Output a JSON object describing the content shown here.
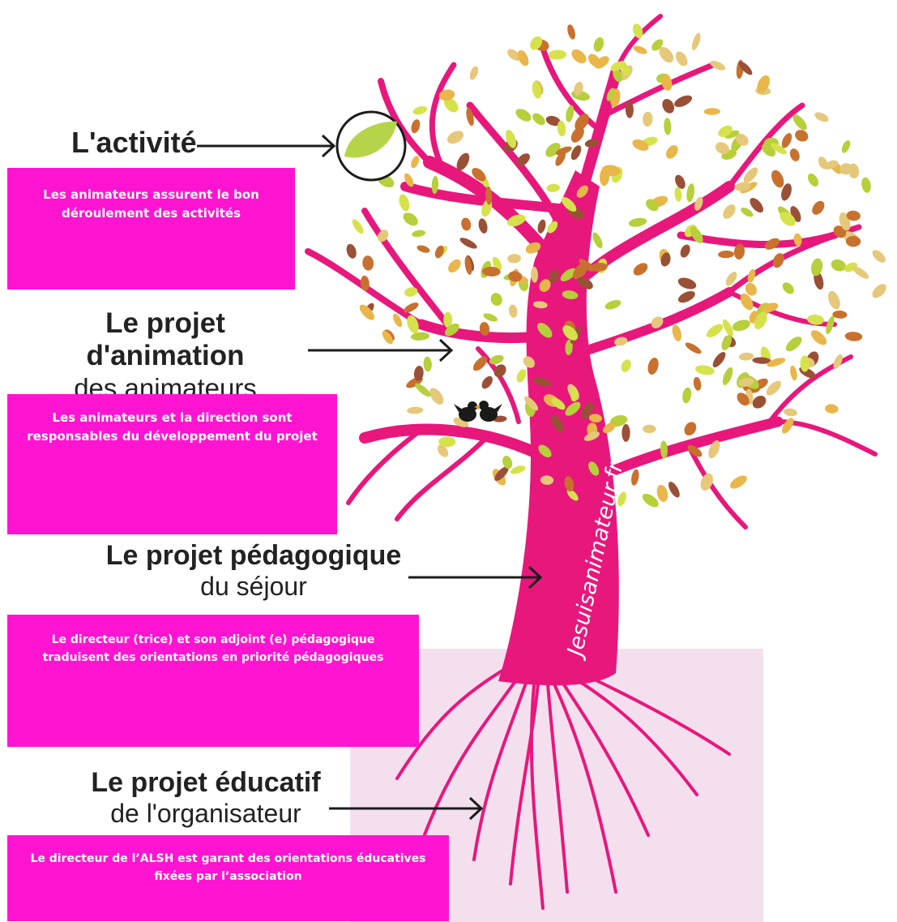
{
  "colors": {
    "branch_pink": "#e8177c",
    "box_magenta": "#ff14d2",
    "arrow": "#1c1c1c",
    "ground": "#f4dfee",
    "leaf_palette": [
      "#b6cf3a",
      "#d6e24c",
      "#e9b64a",
      "#c8702e",
      "#9a5036",
      "#e6c87a"
    ]
  },
  "icons": [
    "leaf-icon",
    "bird-icon",
    "arrow-icon"
  ],
  "watermark": "Jesuisanimateur.fr",
  "levels": [
    {
      "id": "activite",
      "title": "L'activité",
      "subtitle": "",
      "description": "Les animateurs assurent le bon déroulement des activités"
    },
    {
      "id": "projet-animation",
      "title": "Le projet d'animation",
      "subtitle": "des animateurs",
      "description": "Les animateurs et la direction sont responsables du développement du projet"
    },
    {
      "id": "projet-pedagogique",
      "title": "Le projet pédagogique",
      "subtitle": "du séjour",
      "description": "Le directeur (trice) et son adjoint (e) pédagogique traduisent des orientations en priorité pédagogiques"
    },
    {
      "id": "projet-educatif",
      "title": "Le projet éducatif",
      "subtitle": "de l'organisateur",
      "description": "Le directeur de l’ALSH est garant des orientations éducatives fixées par l’association"
    }
  ]
}
